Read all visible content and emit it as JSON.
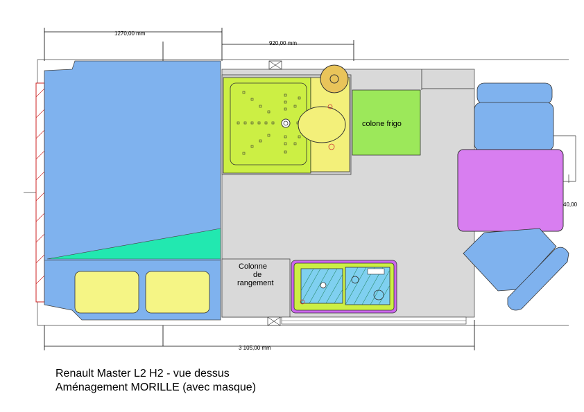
{
  "dimensions": {
    "cab_length": "1270,00 mm",
    "bath_width": "920,00 mm",
    "total_length": "3 105,00 mm",
    "side_partial": "40,00"
  },
  "labels": {
    "fridge": "colone frigo",
    "storage_line1": "Colonne",
    "storage_line2": "de",
    "storage_line3": "rangement"
  },
  "title": {
    "line1": "Renault Master L2  H2 - vue dessus",
    "line2": "Aménagement MORILLE (avec masque)"
  },
  "colors": {
    "cab": "#7fb2ee",
    "floor": "#d9d9d9",
    "shower": "#ccef44",
    "toilet": "#f3f07a",
    "fridge": "#9ce85a",
    "table": "#d87ef0",
    "kitchen": "#cc66ee",
    "mask": "#22e8b0",
    "seats": "#f5f585"
  }
}
